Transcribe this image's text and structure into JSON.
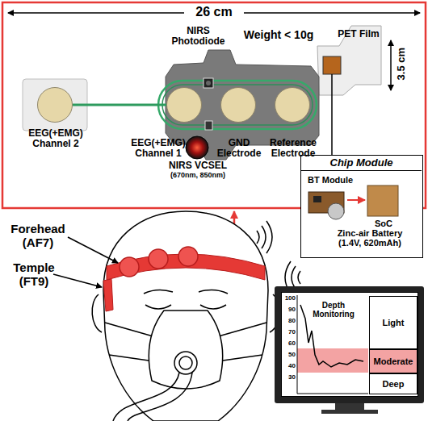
{
  "diagram": {
    "nodes": [
      {
        "text": [
          "EEG(+EMG) Channel 2"
        ]
      },
      {
        "text": [
          "EEG(+EMG) Channel 1"
        ]
      },
      {
        "text": [
          "GND Electrode"
        ]
      },
      {
        "text": [
          "Reference Electrode"
        ]
      },
      {
        "text": [
          "Chip Module",
          "BT Module",
          "SoC",
          "Zinc-air Battery (1.4V, 620mAh)"
        ]
      },
      {
        "text": [
          "Depth Monitoring"
        ]
      },
      {
        "text": [
          "Light"
        ],
        "in": 5
      },
      {
        "text": [
          "Moderate"
        ],
        "in": 5
      },
      {
        "text": [
          "Deep"
        ],
        "in": 5
      }
    ],
    "edges": [
      {
        "from": 0,
        "to": 1,
        "arrow": "none"
      }
    ],
    "labels": [
      "26 cm",
      "NIRS Photodiode",
      "Weight < 10g",
      "PET Film",
      "3.5 cm",
      "NIRS VCSEL",
      "(670nm, 850nm)",
      "Forehead (AF7)",
      "Temple (FT9)",
      "100",
      "90",
      "80",
      "70",
      "60",
      "50",
      "40",
      "30"
    ]
  }
}
